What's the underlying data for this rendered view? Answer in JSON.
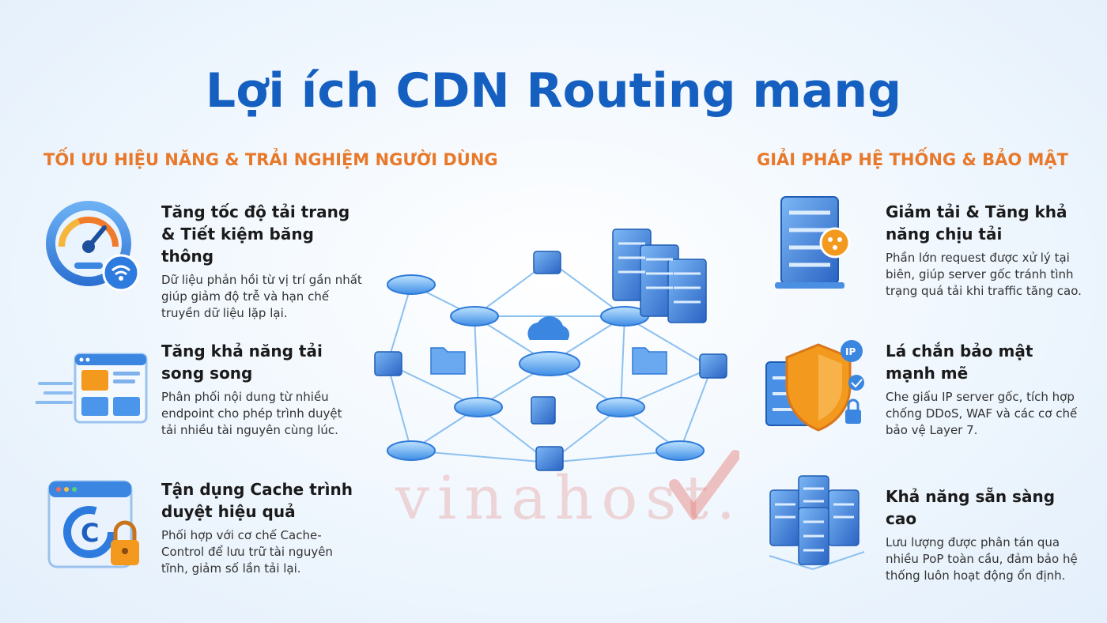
{
  "title": "Lợi ích CDN Routing mang",
  "left": {
    "heading": "TỐI ƯU HIỆU NĂNG & TRẢI NGHIỆM NGƯỜI DÙNG",
    "items": [
      {
        "title": "Tăng tốc độ tải trang & Tiết kiệm băng thông",
        "desc": "Dữ liệu phản hồi từ vị trí gần nhất giúp giảm độ trễ và hạn chế truyền dữ liệu lặp lại.",
        "icon": "speedometer-wifi-icon"
      },
      {
        "title": "Tăng khả năng tải song song",
        "desc": "Phân phối nội dung từ nhiều endpoint cho phép trình duyệt tải nhiều tài nguyên cùng lúc.",
        "icon": "browser-window-icon"
      },
      {
        "title": "Tận dụng Cache trình duyệt hiệu quả",
        "desc": "Phối hợp với cơ chế Cache-Control để lưu trữ tài nguyên tĩnh, giảm số lần tải lại.",
        "icon": "cache-lock-icon"
      }
    ]
  },
  "right": {
    "heading": "GIẢI PHÁP HỆ THỐNG & BẢO MẬT",
    "items": [
      {
        "title": "Giảm tải & Tăng khả năng chịu tải",
        "desc": "Phần lớn request được xử lý tại biên, giúp server gốc tránh tình trạng quá tải khi traffic tăng cao.",
        "icon": "server-load-icon"
      },
      {
        "title": "Lá chắn bảo mật mạnh mẽ",
        "desc": "Che giấu IP server gốc, tích hợp chống DDoS, WAF và các cơ chế bảo vệ Layer 7.",
        "icon": "security-shield-icon"
      },
      {
        "title": "Khả năng sẵn sàng cao",
        "desc": "Lưu lượng được phân tán qua nhiều PoP toàn cầu, đảm bảo hệ thống luôn hoạt động ổn định.",
        "icon": "server-cluster-icon"
      }
    ]
  },
  "watermark": "vinahost.",
  "colors": {
    "title": "#155fc0",
    "heading": "#e8792a",
    "accent_blue": "#3a86e0",
    "shield_orange": "#f39a1e"
  }
}
